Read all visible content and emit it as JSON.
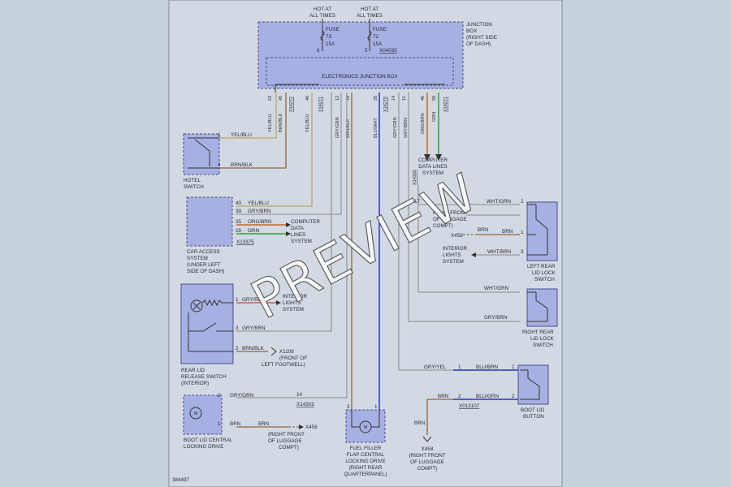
{
  "diagram": {
    "figure_id": "384497",
    "watermark": "PREVIEW",
    "junction_box": {
      "hot1": [
        "HOT AT",
        "ALL TIMES"
      ],
      "hot2": [
        "HOT AT",
        "ALL TIMES"
      ],
      "fuse1": [
        "FUSE",
        "73",
        "15A"
      ],
      "fuse2": [
        "FUSE",
        "72",
        "15A"
      ],
      "fuse2_conn": "X04030",
      "pin6": "6",
      "pin5": "5",
      "label": [
        "JUNCTION",
        "BOX",
        "(RIGHT SIDE",
        "OF DASH)"
      ],
      "inner_label": "ELECTRONICS JUNCTION BOX",
      "pins": [
        "53",
        "45",
        "40",
        "12",
        "16",
        "28",
        "14",
        "11",
        "46",
        "50"
      ],
      "conns": [
        "X14272",
        "X14271",
        "X14270",
        "X14302",
        "X14271"
      ],
      "wire_colors": [
        "YEL/BLU",
        "BRN/BLK",
        "YEL/BLU",
        "GRY/GRN",
        "BRN/BLK",
        "BLU/WHT",
        "GRY/GRN",
        "GRY/BRN",
        "ORG/BRN",
        "GRN"
      ]
    },
    "hotel_switch": {
      "label": [
        "HOTEL",
        "SWITCH"
      ],
      "pin1": "1",
      "pin4": "4",
      "wire1": "YEL/BLU",
      "wire4": "BRN/BLK"
    },
    "car_access": {
      "label": [
        "CAR ACCESS",
        "SYSTEM",
        "(UNDER LEFT",
        "SIDE OF DASH)"
      ],
      "pins": [
        "40",
        "39",
        "35",
        "28"
      ],
      "wires": [
        "YEL/BLU",
        "GRY/BRN",
        "ORG/BRN",
        "GRN"
      ],
      "conn": "X13375",
      "dest": [
        "COMPUTER",
        "DATA",
        "LINES",
        "SYSTEM"
      ]
    },
    "computer_data_top": [
      "COMPUTER",
      "DATA LINES",
      "SYSTEM"
    ],
    "rear_lid": {
      "label": [
        "REAR LID",
        "RELEASE SWITCH",
        "(INTERIOR)"
      ],
      "pin1": "1",
      "wire1": "GRY/RED",
      "dest1": [
        "INTERIOR",
        "LIGHTS",
        "SYSTEM"
      ],
      "pin3": "3",
      "wire3": "GRY/BRN",
      "pin2": "2",
      "wire2": "BRN/BLK",
      "ground": [
        "X1108",
        "(FRONT OF",
        "LEFT FOOTWELL)"
      ]
    },
    "boot_lid_drive": {
      "label": [
        "BOOT LID CENTRAL",
        "LOCKING DRIVE"
      ],
      "pin2": "2",
      "wire2": "GRY/GRN",
      "splice": "14",
      "splice_conn": "X14303",
      "pin1": "1",
      "wire1a": "BRN",
      "wire1b": "BRN",
      "ground": [
        "X458",
        "(RIGHT FRONT",
        "OF LUGGAGE",
        "COMPT)"
      ]
    },
    "fuel_filler": {
      "label": [
        "FUEL FILLER",
        "FLAP CENTRAL",
        "LOCKING DRIVE",
        "(RIGHT REAR",
        "QUARTERPANEL)"
      ],
      "pin2": "2",
      "pin1": "1"
    },
    "left_rear_lock": {
      "label": [
        "LEFT REAR",
        "LID LOCK",
        "SWITCH"
      ],
      "pin2": "2",
      "pin1": "1",
      "pin3": "3",
      "wire_top": "WHT/GRN",
      "wire_mid": "BRN",
      "wire_bot": "WHT/BRN",
      "ground_brn": "BRN",
      "ground_id": "X458",
      "dest_top": [
        "RIGHT FRONT",
        "OF LUGGAGE",
        "COMPT)"
      ],
      "dest_bot": [
        "INTERIOR",
        "LIGHTS",
        "SYSTEM"
      ],
      "split_pin": "17",
      "split_conn": "X14302"
    },
    "right_rear_lock": {
      "label": [
        "RIGHT REAR",
        "LID LOCK",
        "SWITCH"
      ],
      "wire_top": "WHT/GRN",
      "wire_bot": "GRY/BRN"
    },
    "boot_lid_button": {
      "label": [
        "BOOT LID",
        "BUTTON"
      ],
      "pin1": "1",
      "pin2": "2",
      "wire1a": "GRY/YEL",
      "wire1b": "BLU/BRN",
      "wire2a": "BRN",
      "wire2b": "BLU/GRN",
      "conn": "X013107",
      "ground_wire": "BRN",
      "ground": [
        "X458",
        "(RIGHT FRONT",
        "OF LUGGAGE",
        "COMPT)"
      ]
    }
  }
}
